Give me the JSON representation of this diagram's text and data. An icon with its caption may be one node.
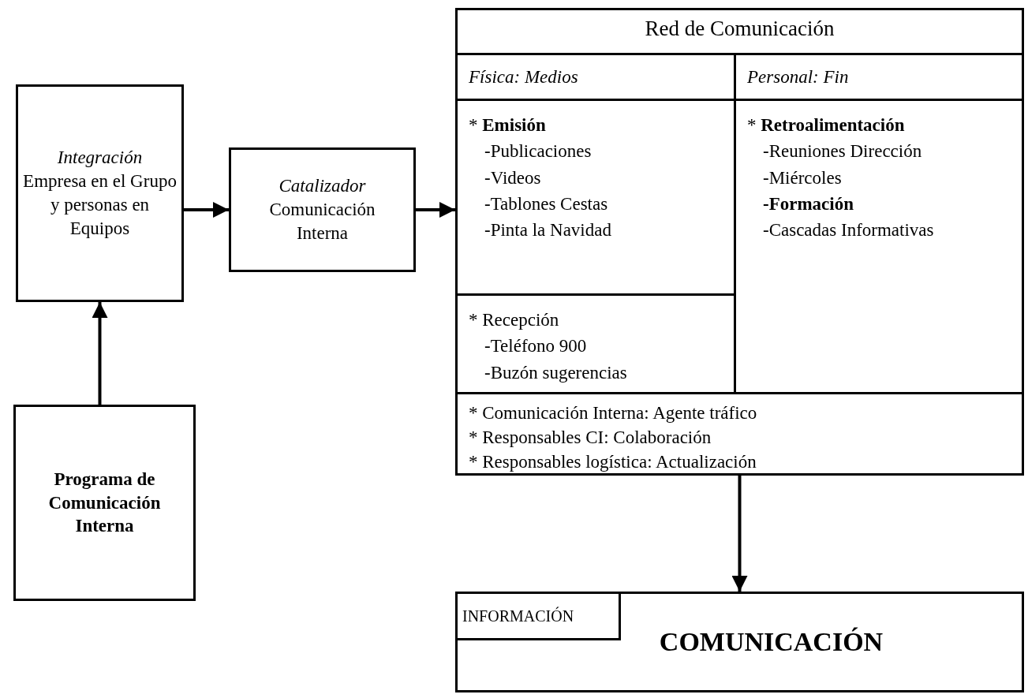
{
  "diagram": {
    "nodes": [
      {
        "text": [
          "Integración",
          "Empresa en el Grupo y personas en Equipos"
        ]
      },
      {
        "text": [
          "Catalizador",
          "Comunicación Interna"
        ]
      },
      {
        "text": [
          "Programa de Comunicación Interna"
        ]
      },
      {
        "text": [
          "Red de Comunicación"
        ]
      },
      {
        "text": [
          "Física: Medios"
        ],
        "in": 3
      },
      {
        "text": [
          "Personal: Fin"
        ],
        "in": 3
      },
      {
        "text": [
          "* **Emisión**",
          "-Publicaciones",
          "-Videos",
          "-Tablones Cestas",
          "-Pinta la Navidad"
        ],
        "in": 3
      },
      {
        "text": [
          "* **Retroalimentación**",
          "-Reuniones Dirección",
          "-Miércoles",
          "**-Formación**",
          "-Cascadas Informativas"
        ],
        "in": 3
      },
      {
        "text": [
          "* Recepción",
          "-Teléfono 900",
          "-Buzón sugerencias"
        ],
        "in": 3
      },
      {
        "text": [
          "* Comunicación Interna: Agente tráfico",
          "* Responsables CI: Colaboración",
          "* Responsables logística: Actualización"
        ],
        "in": 3
      },
      {
        "text": [
          "COMUNICACIÓN"
        ]
      },
      {
        "text": [
          "INFORMACIÓN"
        ],
        "in": 10
      }
    ],
    "edges": [
      {
        "from": 0,
        "to": 1,
        "arrow": "to"
      },
      {
        "from": 1,
        "to": 3,
        "arrow": "to"
      },
      {
        "from": 2,
        "to": 0,
        "arrow": "to"
      },
      {
        "from": 3,
        "to": 10,
        "arrow": "to"
      }
    ]
  }
}
